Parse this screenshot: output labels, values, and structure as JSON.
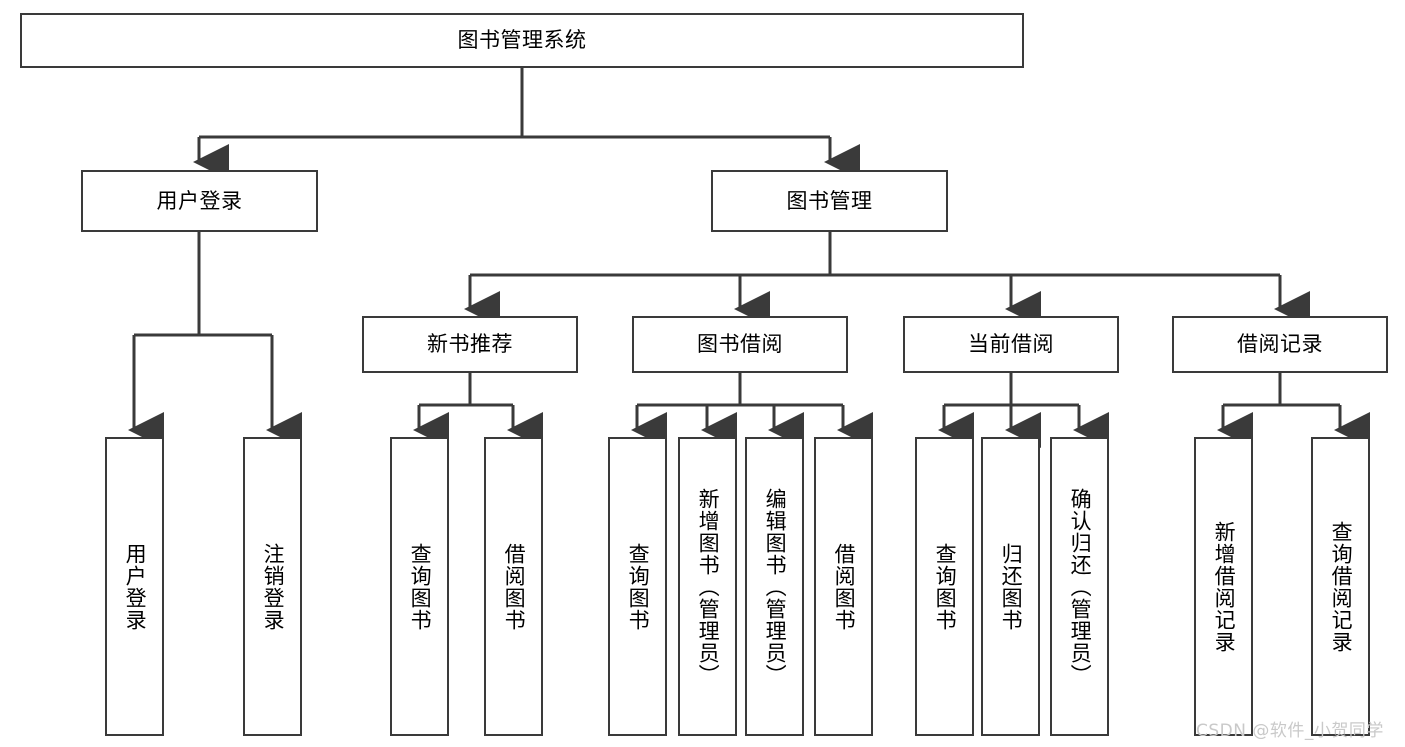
{
  "diagram": {
    "title": "图书管理系统",
    "type": "tree-hierarchy",
    "orientation": "top-down",
    "colors": {
      "box_border": "#3a3a3a",
      "box_fill": "#ffffff",
      "edge": "#3a3a3a",
      "text": "#000000",
      "watermark": "#c9c9c9"
    },
    "levels": {
      "root": {
        "label": "图书管理系统"
      },
      "level2": [
        {
          "id": "user-login",
          "label": "用户登录"
        },
        {
          "id": "book-management",
          "label": "图书管理"
        }
      ],
      "level3": [
        {
          "id": "new-book-recommend",
          "label": "新书推荐",
          "parent": "book-management"
        },
        {
          "id": "book-borrow",
          "label": "图书借阅",
          "parent": "book-management"
        },
        {
          "id": "current-borrow",
          "label": "当前借阅",
          "parent": "book-management"
        },
        {
          "id": "borrow-record",
          "label": "借阅记录",
          "parent": "book-management"
        }
      ],
      "leaves": [
        {
          "id": "leaf-user-login",
          "label": "用户登录",
          "parent": "user-login"
        },
        {
          "id": "leaf-logout-login",
          "label": "注销登录",
          "parent": "user-login"
        },
        {
          "id": "leaf-query-book-1",
          "label": "查询图书",
          "parent": "new-book-recommend"
        },
        {
          "id": "leaf-borrow-book-1",
          "label": "借阅图书",
          "parent": "new-book-recommend"
        },
        {
          "id": "leaf-query-book-2",
          "label": "查询图书",
          "parent": "book-borrow"
        },
        {
          "id": "leaf-add-book",
          "label": "新增图书（管理员）",
          "parent": "book-borrow"
        },
        {
          "id": "leaf-edit-book",
          "label": "编辑图书（管理员）",
          "parent": "book-borrow"
        },
        {
          "id": "leaf-borrow-book-2",
          "label": "借阅图书",
          "parent": "book-borrow"
        },
        {
          "id": "leaf-query-book-3",
          "label": "查询图书",
          "parent": "current-borrow"
        },
        {
          "id": "leaf-return-book",
          "label": "归还图书",
          "parent": "current-borrow"
        },
        {
          "id": "leaf-confirm-return",
          "label": "确认归还（管理员）",
          "parent": "current-borrow"
        },
        {
          "id": "leaf-add-record",
          "label": "新增借阅记录",
          "parent": "borrow-record"
        },
        {
          "id": "leaf-query-record",
          "label": "查询借阅记录",
          "parent": "borrow-record"
        }
      ]
    },
    "watermark": "CSDN @软件_小贺同学"
  }
}
